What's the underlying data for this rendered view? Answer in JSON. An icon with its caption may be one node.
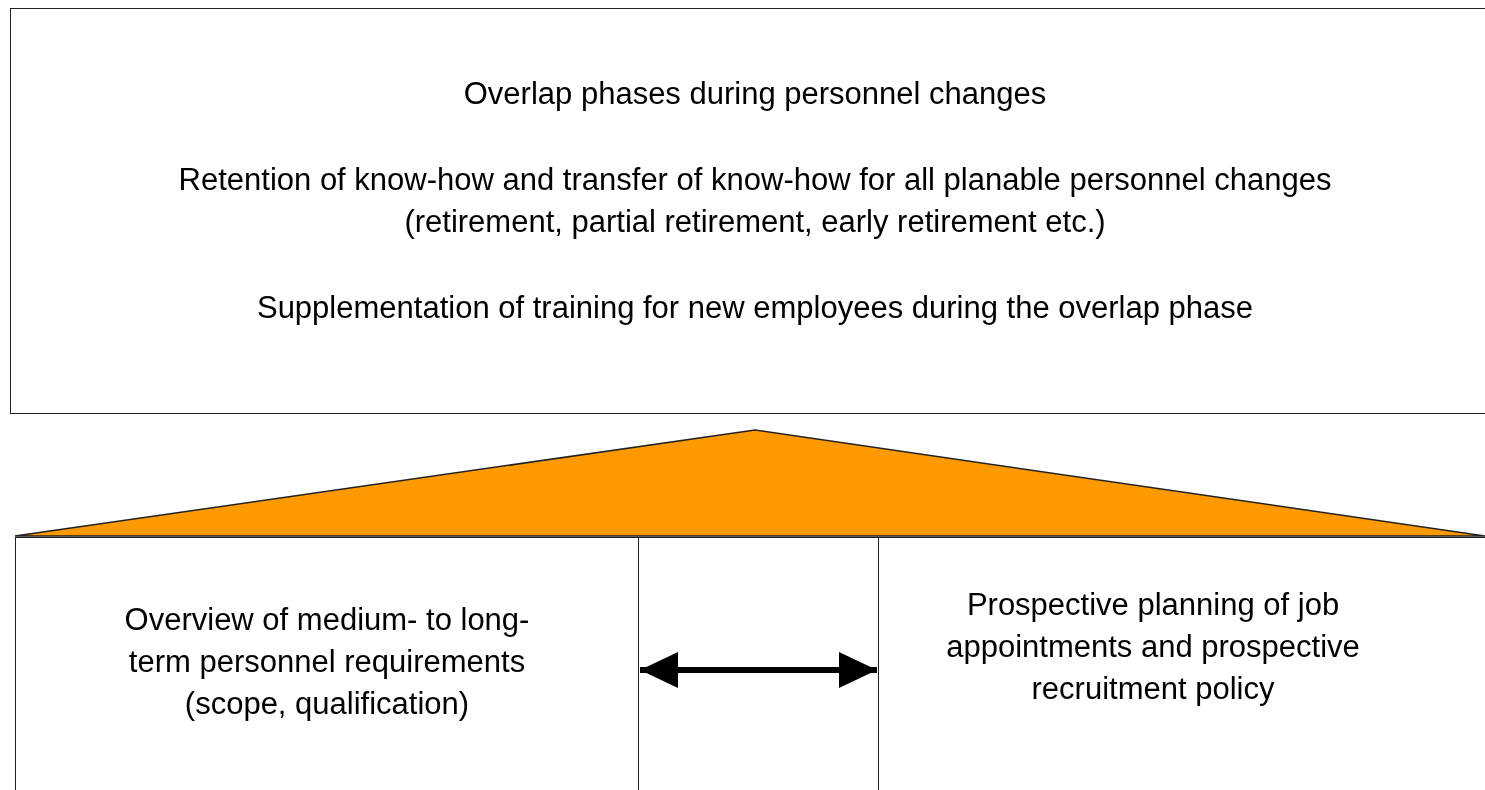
{
  "diagram": {
    "nodes": [
      {
        "text": [
          "Overlap phases during personnel changes",
          "Retention of know-how and transfer of know-how for all planable personnel changes (retirement, partial retirement, early retirement etc.)",
          "Supplementation of training for new employees during the overlap phase"
        ]
      },
      {
        "text": [],
        "shape": "triangle"
      },
      {
        "text": [
          "Overview of medium- to long-term personnel requirements (scope, qualification)"
        ]
      },
      {
        "text": [
          "Prospective planning of job appointments and prospective recruitment policy"
        ]
      }
    ],
    "edges": [
      {
        "from": 2,
        "to": 3,
        "arrow": "both"
      }
    ]
  }
}
